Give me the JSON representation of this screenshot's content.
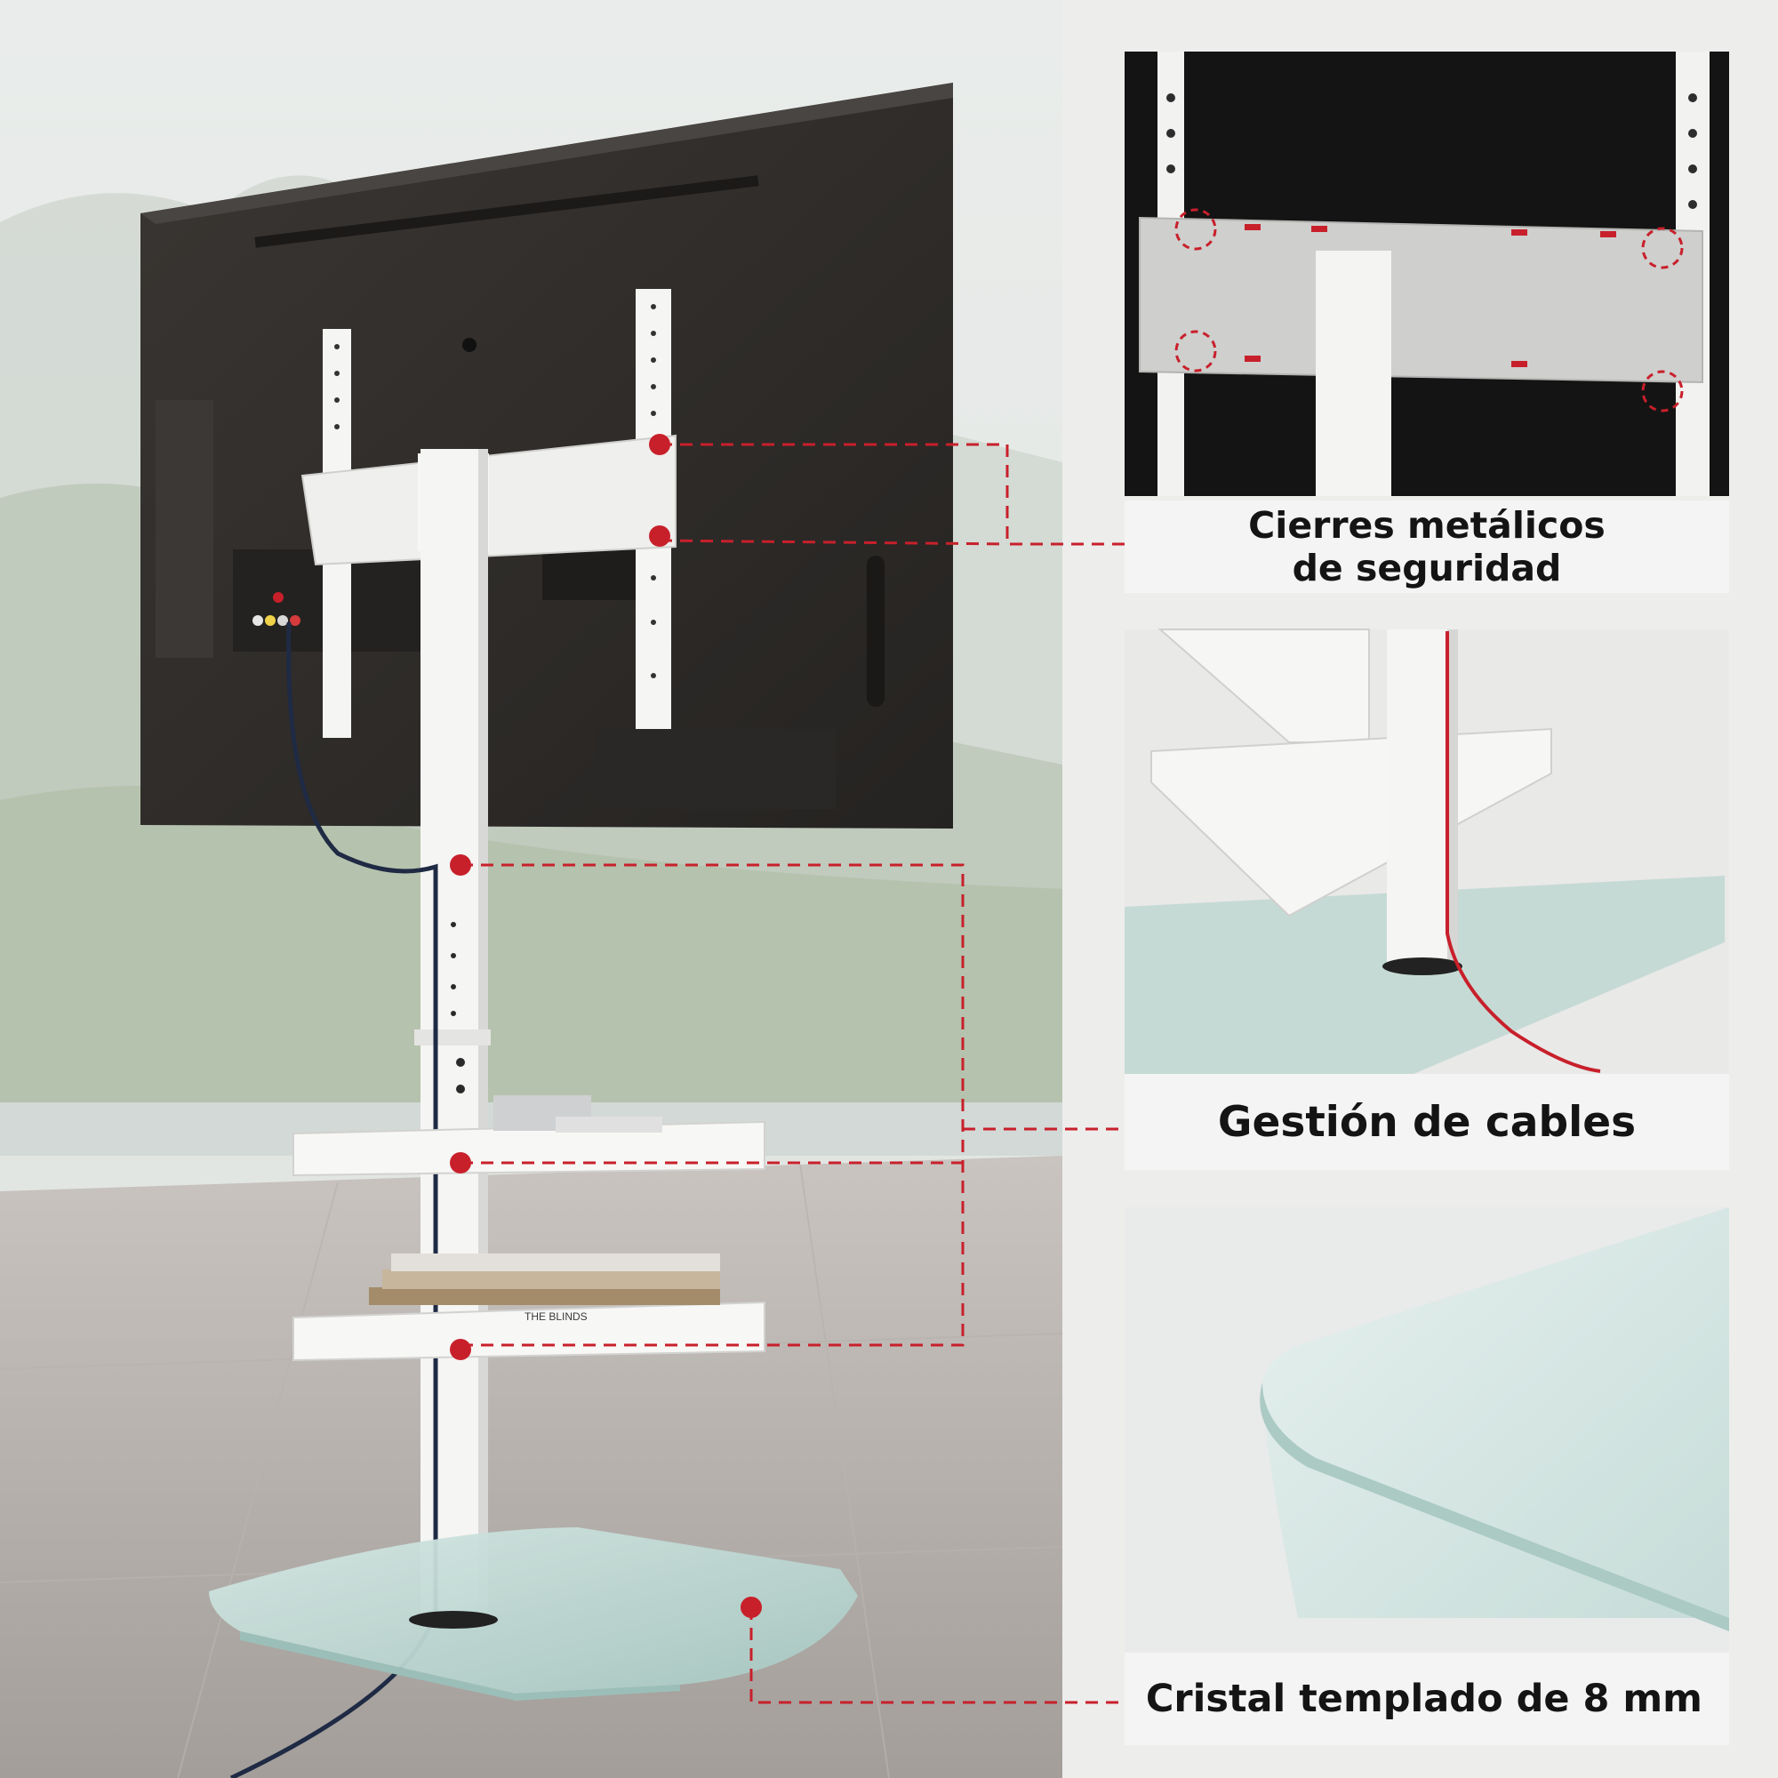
{
  "features": {
    "security_locks": {
      "line1": "Cierres metálicos",
      "line2": "de seguridad"
    },
    "cable_management": {
      "label": "Gestión de cables"
    },
    "tempered_glass": {
      "label": "Cristal templado de 8 mm"
    }
  },
  "book_spine_text": "THE BLINDS",
  "colors": {
    "accent_red": "#c8202b",
    "text_dark": "#141414",
    "panel_bg": "#f4f4f4",
    "stand_white": "#f5f5f3",
    "tv_back": "#2f2c2a",
    "glass": "#b8d2cd"
  }
}
